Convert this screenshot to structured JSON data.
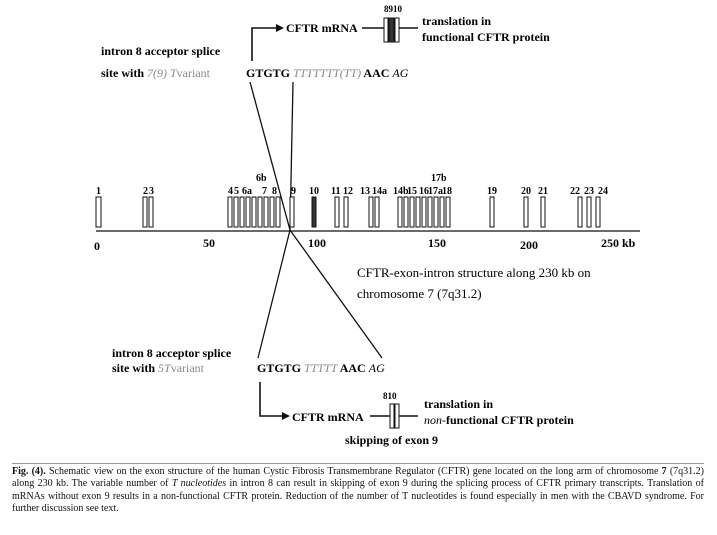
{
  "top": {
    "label_line1": "intron 8 acceptor splice",
    "label_line2_a": "site with ",
    "label_line2_b": "7(9) T",
    "label_line2_c": "variant",
    "seq_a": "GTGTG ",
    "seq_b": "TTTTTTT(TT)",
    "seq_c": " AAC ",
    "seq_d": "AG",
    "mrna": "CFTR mRNA",
    "exon_nums": "8910",
    "result_line1": "translation in",
    "result_line2": "functional CFTR protein"
  },
  "gene": {
    "exons": [
      "1",
      "2",
      "3",
      "4",
      "5",
      "6a",
      "6b",
      "7",
      "8",
      "9",
      "10",
      "11",
      "12",
      "13",
      "14a",
      "14b",
      "15",
      "16",
      "17a",
      "17b",
      "18",
      "19",
      "20",
      "21",
      "22",
      "23",
      "24"
    ],
    "axis_ticks": [
      "0",
      "50",
      "100",
      "150",
      "200",
      "250 kb"
    ],
    "structure_line1": "CFTR-exon-intron structure along 230 kb on",
    "structure_line2": "chromosome 7 (7q31.2)"
  },
  "bottom": {
    "label_line1": "intron 8 acceptor splice",
    "label_line2_a": "site with ",
    "label_line2_b": "5T",
    "label_line2_c": "variant",
    "seq_a": "GTGTG ",
    "seq_b": "TTTTT",
    "seq_c": " AAC ",
    "seq_d": "AG",
    "mrna": "CFTR mRNA",
    "exon_nums": "810",
    "result_line1": "translation in",
    "result_line2_a": "non-",
    "result_line2_b": "functional CFTR protein",
    "skip_note": "skipping of exon 9"
  },
  "caption": {
    "fig_label": "Fig. (4).",
    "p1": " Schematic view on the exon structure of the human Cystic Fibrosis Transmembrane Regulator (CFTR) gene located on the long arm of chromosome ",
    "chrom": "7",
    "p2": " (7q31.2) along 230 kb. The variable number of ",
    "tnuc": "T nucleotides",
    "p3": " in intron 8 can result in skipping of exon 9 during the splicing process of CFTR primary transcripts. Translation of mRNAs without exon 9 results in a non-functional CFTR protein. Reduction of the number of T nucleotides is found especially in men with the CBAVD syndrome. For further discussion see text."
  },
  "colors": {
    "ink": "#111111",
    "variant_gray": "#8a8a8a",
    "exon_fill": "#ffffff",
    "exon_solid": "#222222"
  }
}
